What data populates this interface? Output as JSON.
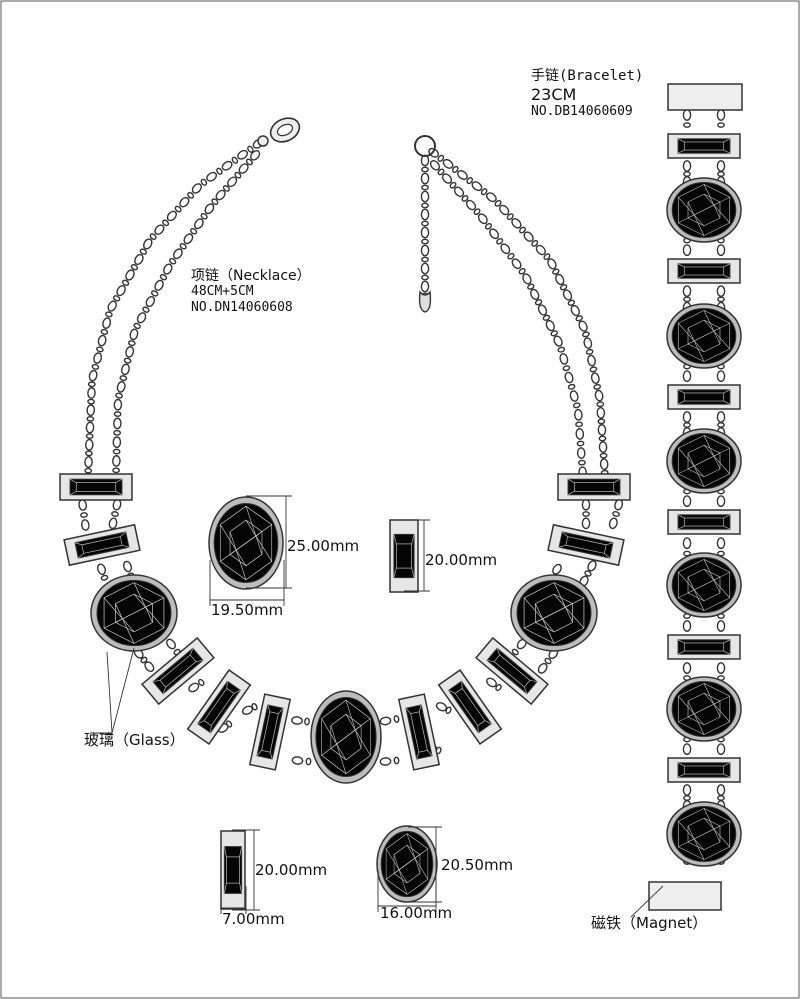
{
  "necklace": {
    "title": "项链（Necklace）",
    "length": "48CM+5CM",
    "number": "NO.DN14060608"
  },
  "bracelet": {
    "title": "手链(Bracelet)",
    "length": "23CM",
    "number": "NO.DB14060609"
  },
  "callouts": {
    "glass": "玻璃（Glass）",
    "magnet": "磁铁（Magnet）"
  },
  "dimensions": {
    "large_oval_height": "25.00mm",
    "large_oval_width": "19.50mm",
    "long_baguette_height": "20.00mm",
    "short_baguette_height": "20.00mm",
    "short_baguette_width": "7.00mm",
    "small_oval_height": "20.50mm",
    "small_oval_width": "16.00mm"
  }
}
